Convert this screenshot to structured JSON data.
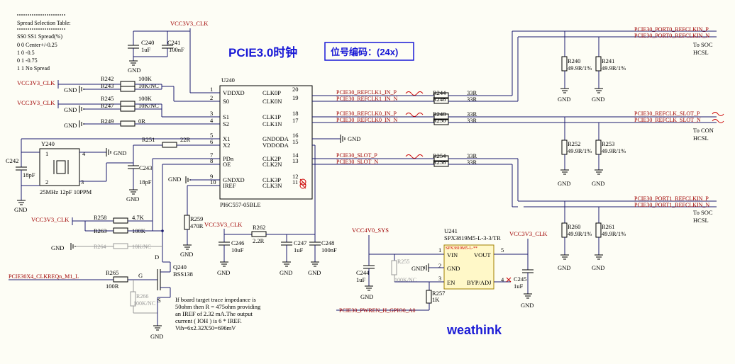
{
  "title": "PCIE3.0时钟",
  "ref_tag": "位号编码：(24x)",
  "brand": "weathink",
  "spread_table": {
    "header": "Spread Selection Table:",
    "col": "SS0 SS1 Spread(%)",
    "rows": [
      "0 0 Center+/-0.25",
      "1 0 -0.5",
      "0 1 -0.75",
      "1 1 No Spread"
    ]
  },
  "power": {
    "vcc33_clk": "VCC3V3_CLK",
    "vcc4v0_sys": "VCC4V0_SYS",
    "gnd": "GND"
  },
  "u240": {
    "ref": "U240",
    "part": "PI6C557-05BLE",
    "left_pins": [
      {
        "num": "1",
        "name": "VDDXD"
      },
      {
        "num": "2",
        "name": "S0"
      },
      {
        "num": "3",
        "name": "S1"
      },
      {
        "num": "4",
        "name": "S2"
      },
      {
        "num": "5",
        "name": "X1"
      },
      {
        "num": "6",
        "name": "X2"
      },
      {
        "num": "7",
        "name": "PDn"
      },
      {
        "num": "8",
        "name": "OE"
      },
      {
        "num": "9",
        "name": "GNDXD"
      },
      {
        "num": "10",
        "name": "IREF"
      }
    ],
    "right_pins": [
      {
        "num": "20",
        "name": "CLK0P"
      },
      {
        "num": "19",
        "name": "CLK0N"
      },
      {
        "num": "18",
        "name": "CLK1P"
      },
      {
        "num": "17",
        "name": "CLK1N"
      },
      {
        "num": "16",
        "name": "GNDODA"
      },
      {
        "num": "15",
        "name": "VDDODA"
      },
      {
        "num": "14",
        "name": "CLK2P"
      },
      {
        "num": "13",
        "name": "CLK2N"
      },
      {
        "num": "12",
        "name": "CLK3P"
      },
      {
        "num": "11",
        "name": "CLK3N"
      }
    ]
  },
  "u241": {
    "ref": "U241",
    "part": "SPX3819M5-L-3-3/TR",
    "stamp": "SPX3819M5-L-**",
    "pins": [
      {
        "num": "1",
        "name": "VIN"
      },
      {
        "num": "2",
        "name": "GND"
      },
      {
        "num": "3",
        "name": "EN"
      },
      {
        "num": "5",
        "name": "VOUT"
      },
      {
        "num": "4",
        "name": "BYP/ADJ"
      }
    ]
  },
  "q240": {
    "ref": "Q240",
    "part": "BSS138",
    "pins": [
      "G",
      "D",
      "S"
    ]
  },
  "y240": {
    "ref": "Y240",
    "part": "25MHz 12pF 10PPM",
    "pins": [
      "1",
      "2",
      "3",
      "4"
    ]
  },
  "resistors": {
    "R242": {
      "ref": "R242",
      "val": "100K"
    },
    "R243": {
      "ref": "R243",
      "val": "10K/NC"
    },
    "R245": {
      "ref": "R245",
      "val": "100K"
    },
    "R247": {
      "ref": "R247",
      "val": "10K/NC"
    },
    "R249": {
      "ref": "R249",
      "val": "0R"
    },
    "R251": {
      "ref": "R251",
      "val": "22R"
    },
    "R258": {
      "ref": "R258",
      "val": "4.7K"
    },
    "R263": {
      "ref": "R263",
      "val": "100K"
    },
    "R264": {
      "ref": "R264",
      "val": "10K/NC"
    },
    "R265": {
      "ref": "R265",
      "val": "100R"
    },
    "R266": {
      "ref": "R266",
      "val": "100K/NC"
    },
    "R259": {
      "ref": "R259",
      "val": "470R"
    },
    "R262": {
      "ref": "R262",
      "val": "2.2R"
    },
    "R244": {
      "ref": "R244",
      "val": "33R"
    },
    "R246": {
      "ref": "R246",
      "val": "33R"
    },
    "R248": {
      "ref": "R248",
      "val": "33R"
    },
    "R250": {
      "ref": "R250",
      "val": "33R"
    },
    "R254": {
      "ref": "R254",
      "val": "33R"
    },
    "R256": {
      "ref": "R256",
      "val": "33R"
    },
    "R240": {
      "ref": "R240",
      "val": "49.9R/1%"
    },
    "R241": {
      "ref": "R241",
      "val": "49.9R/1%"
    },
    "R252": {
      "ref": "R252",
      "val": "49.9R/1%"
    },
    "R253": {
      "ref": "R253",
      "val": "49.9R/1%"
    },
    "R260": {
      "ref": "R260",
      "val": "49.9R/1%"
    },
    "R261": {
      "ref": "R261",
      "val": "49.9R/1%"
    },
    "R255": {
      "ref": "R255",
      "val": "100K/NC"
    },
    "R257": {
      "ref": "R257",
      "val": "1K"
    }
  },
  "capacitors": {
    "C240": {
      "ref": "C240",
      "val": "1uF"
    },
    "C241": {
      "ref": "C241",
      "val": "100nF"
    },
    "C242": {
      "ref": "C242",
      "val": "18pF"
    },
    "C243": {
      "ref": "C243",
      "val": "18pF"
    },
    "C246": {
      "ref": "C246",
      "val": "10uF"
    },
    "C247": {
      "ref": "C247",
      "val": "1uF"
    },
    "C248": {
      "ref": "C248",
      "val": "100nF"
    },
    "C244": {
      "ref": "C244",
      "val": "1uF"
    },
    "C245": {
      "ref": "C245",
      "val": "1uF"
    }
  },
  "nets": {
    "in_p1": "PCIE30_REFCLK1_IN_P",
    "in_n1": "PCIE30_REFCLK1_IN_N",
    "in_p0": "PCIE30_REFCLK0_IN_P",
    "in_n0": "PCIE30_REFCLK0_IN_N",
    "slot_p": "PCIE30_SLOT_P",
    "slot_n": "PCIE30_SLOT_N",
    "port0_p": "PCIE30_PORT0_REFCLKIN_P",
    "port0_n": "PCIE30_PORT0_REFCLKIN_N",
    "slot_ref_p": "PCIE30_REFCLK_SLOT_P",
    "slot_ref_n": "PCIE30_REFCLK_SLOT_N",
    "port1_p": "PCIE30_PORT1_REFCLKIN_P",
    "port1_n": "PCIE30_PORT1_REFCLKIN_N",
    "clkreq": "PCIE30X4_CLKREQn_M1_L",
    "pwren": "PCIE30_PWREN_H_GPIO0_A0"
  },
  "dest": {
    "soc1": "To SOC",
    "hcsl1": "HCSL",
    "con": "To CON",
    "hcsl2": "HCSL",
    "soc2": "To SOC",
    "hcsl3": "HCSL"
  },
  "note": [
    "If board target trace impedance is",
    "50ohm then R = 475ohm providing",
    "an IREF of 2.32 mA.The output",
    "current ( IOH ) is 6 * IREF.",
    "Vih=6x2.32X50=696mV"
  ]
}
